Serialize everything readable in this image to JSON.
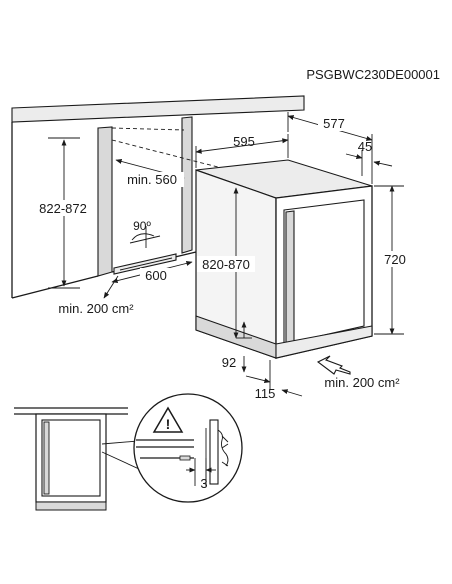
{
  "model_code": "PSGBWC230DE00001",
  "dimensions": {
    "width_595": "595",
    "depth_577": "577",
    "door_45": "45",
    "niche_depth": "min. 560",
    "niche_height": "822-872",
    "door_angle": "90º",
    "niche_width": "600",
    "appliance_height": "820-870",
    "appliance_top_height": "720",
    "plinth_height": "92",
    "plinth_depth": "115",
    "vent_left": "min. 200 cm²",
    "vent_right": "min. 200 cm²",
    "gap_detail": "3"
  },
  "icons": [
    "warning-icon"
  ]
}
